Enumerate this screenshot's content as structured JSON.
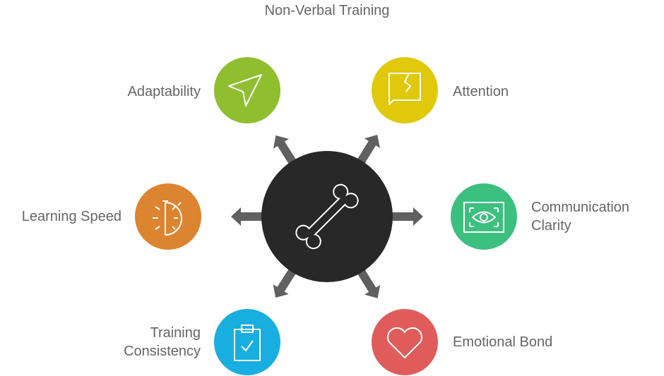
{
  "title": "Non-Verbal Training",
  "center": {
    "icon": "bone-icon",
    "color": "#282828"
  },
  "arrow_color": "#606060",
  "nodes": [
    {
      "label": "Adaptability",
      "icon": "navigation-arrow-icon",
      "color": "#8fbe2f"
    },
    {
      "label": "Attention",
      "icon": "broken-chat-icon",
      "color": "#e0c90a"
    },
    {
      "label": "Learning Speed",
      "icon": "stopwatch-icon",
      "color": "#dc8430"
    },
    {
      "label": "Communication Clarity",
      "icon": "eye-scan-icon",
      "color": "#3cc07f"
    },
    {
      "label": "Training Consistency",
      "icon": "clipboard-check-icon",
      "color": "#18aee0"
    },
    {
      "label": "Emotional Bond",
      "icon": "heart-icon",
      "color": "#e05c5a"
    }
  ],
  "text_lines": {
    "communication_1": "Communication",
    "communication_2": "Clarity",
    "training_1": "Training",
    "training_2": "Consistency"
  }
}
